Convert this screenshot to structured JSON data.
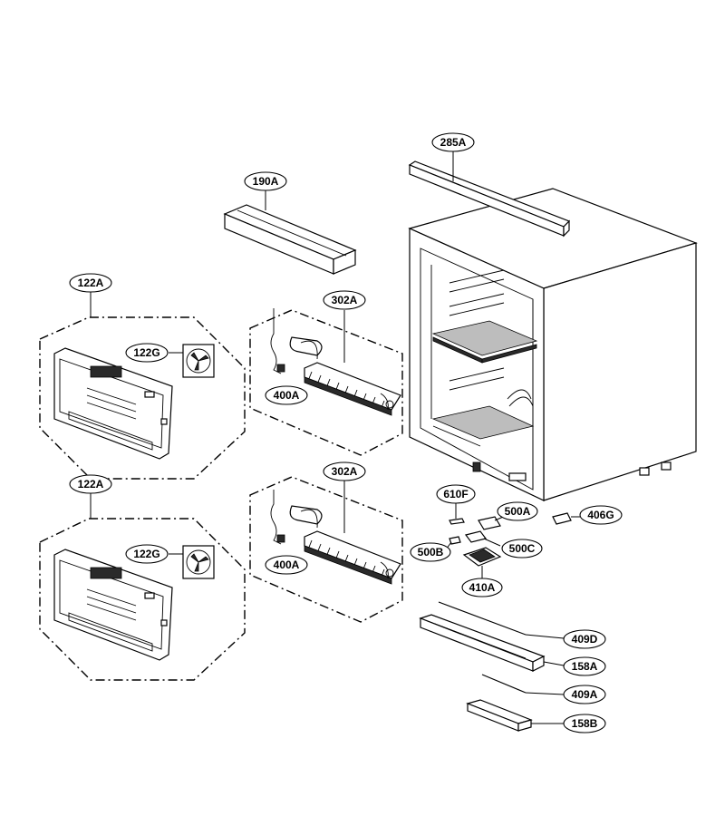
{
  "callouts": {
    "c285A": "285A",
    "c190A": "190A",
    "c122A_top": "122A",
    "c122G_top": "122G",
    "c302A_top": "302A",
    "c400A_top": "400A",
    "c122A_bottom": "122A",
    "c122G_bottom": "122G",
    "c302A_bottom": "302A",
    "c400A_bottom": "400A",
    "c610F": "610F",
    "c500A": "500A",
    "c406G": "406G",
    "c500B": "500B",
    "c500C": "500C",
    "c410A": "410A",
    "c409D": "409D",
    "c158A": "158A",
    "c409A": "409A",
    "c158B": "158B"
  },
  "palette": {
    "line": "#000000",
    "background": "#ffffff",
    "shade": "#2a2a2a"
  }
}
